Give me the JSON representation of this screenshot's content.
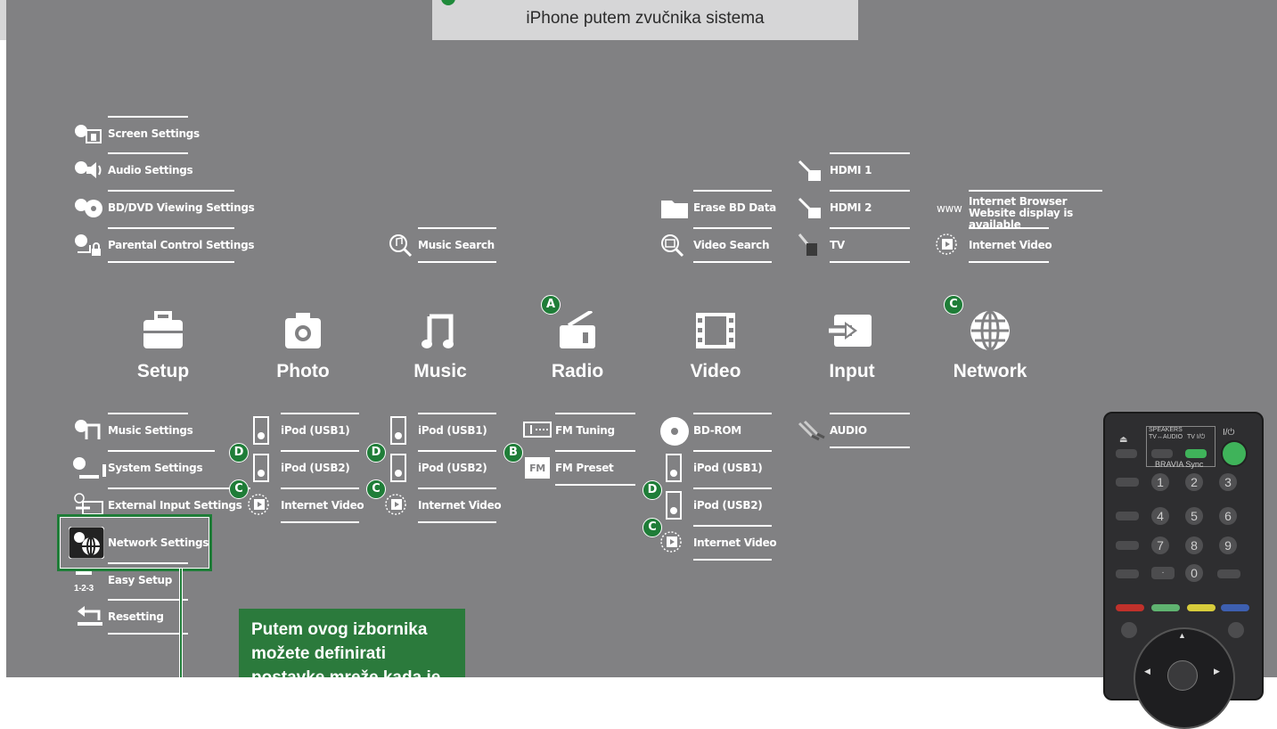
{
  "tip": {
    "text": "iPhone putem zvučnika sistema"
  },
  "setup_menu": [
    {
      "label": "Screen Settings",
      "icon": "screen-settings-icon"
    },
    {
      "label": "Audio Settings",
      "icon": "audio-settings-icon"
    },
    {
      "label": "BD/DVD Viewing Settings",
      "icon": "bd-dvd-settings-icon"
    },
    {
      "label": "Parental Control Settings",
      "icon": "parental-control-icon"
    }
  ],
  "setup_menu_bottom": [
    {
      "label": "Music Settings",
      "icon": "music-settings-icon"
    },
    {
      "label": "System Settings",
      "icon": "system-settings-icon"
    },
    {
      "label": "External Input Settings",
      "icon": "external-input-icon"
    },
    {
      "label": "Network Settings",
      "icon": "network-settings-icon",
      "selected": true
    },
    {
      "label": "Easy Setup",
      "icon": "easy-setup-icon"
    },
    {
      "label": "Resetting",
      "icon": "resetting-icon"
    }
  ],
  "categories": [
    {
      "label": "Setup",
      "icon": "toolbox-icon"
    },
    {
      "label": "Photo",
      "icon": "camera-icon"
    },
    {
      "label": "Music",
      "icon": "music-note-icon"
    },
    {
      "label": "Radio",
      "icon": "radio-icon"
    },
    {
      "label": "Video",
      "icon": "film-icon"
    },
    {
      "label": "Input",
      "icon": "input-icon"
    },
    {
      "label": "Network",
      "icon": "globe-icon"
    }
  ],
  "photo_items": [
    "iPod (USB1)",
    "iPod (USB2)",
    "Internet Video"
  ],
  "music_top": [
    "Music Search"
  ],
  "music_items": [
    "iPod (USB1)",
    "iPod (USB2)",
    "Internet Video"
  ],
  "radio_items": [
    "FM Tuning",
    "FM Preset"
  ],
  "radio_fm_icon_text": "FM",
  "video_top": [
    "Erase BD Data",
    "Video Search"
  ],
  "video_items": [
    "BD-ROM",
    "iPod (USB1)",
    "iPod (USB2)",
    "Internet Video"
  ],
  "input_top": [
    "HDMI 1",
    "HDMI 2",
    "TV"
  ],
  "input_items": [
    "AUDIO"
  ],
  "network_top": {
    "browser_line1": "Internet Browser",
    "browser_line2": "Website display is available",
    "www_icon_text": "www",
    "video": "Internet Video"
  },
  "badges": {
    "A": "A",
    "B": "B",
    "C": "C",
    "D": "D"
  },
  "callout": {
    "line1": "Putem ovog izbornika",
    "line2": "možete definirati",
    "line3": "postavke mreže kada je"
  },
  "remote": {
    "speakers_label": "SPEAKERS",
    "tv_audio_label": "TV↔AUDIO",
    "tv_power_label": "TV I/⏻",
    "power_label": "I/⏻",
    "bravia_label": "BRAVIA Sync",
    "numbers": [
      "1",
      "2",
      "3",
      "4",
      "5",
      "6",
      "7",
      "8",
      "9",
      "·",
      "0"
    ]
  },
  "colors": {
    "background": "#818183",
    "accent_green": "#2b7a3c",
    "badge_green": "#1f7d38"
  }
}
